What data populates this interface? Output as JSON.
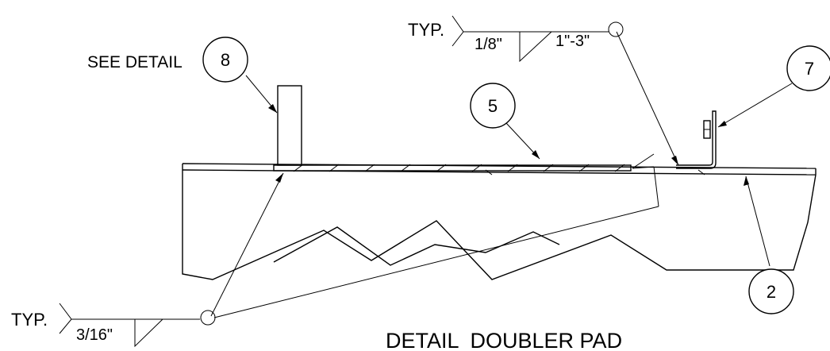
{
  "drawing": {
    "title": "DETAIL  DOUBLER PAD",
    "see_detail": "SEE DETAIL",
    "callouts": [
      {
        "id": "8",
        "label": "8"
      },
      {
        "id": "5",
        "label": "5"
      },
      {
        "id": "7",
        "label": "7"
      },
      {
        "id": "2",
        "label": "2"
      }
    ],
    "weld_top": {
      "tag": "TYP.",
      "size": "1/8\"",
      "length_pitch": "1\"-3\"",
      "symbol": "fillet-weld-all-around"
    },
    "weld_bottom": {
      "tag": "TYP.",
      "size": "3/16\"",
      "symbol": "fillet-weld-all-around"
    }
  }
}
